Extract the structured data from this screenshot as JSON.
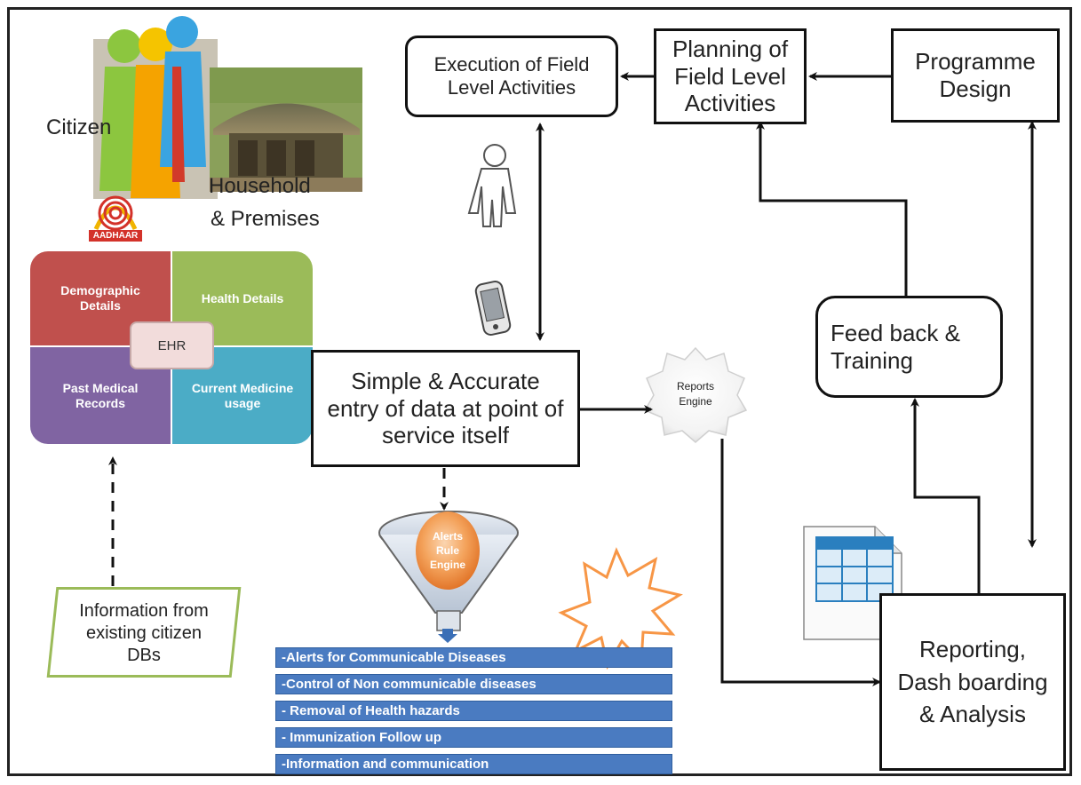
{
  "labels": {
    "citizen": "Citizen",
    "household_line1": "Household",
    "household_line2": "& Premises",
    "aadhaar": "AADHAAR"
  },
  "ehr": {
    "center": "EHR",
    "demographic": "Demographic Details",
    "health": "Health Details",
    "past_medical": "Past Medical Records",
    "current_medicine": "Current Medicine usage"
  },
  "boxes": {
    "execution": "Execution of Field Level Activities",
    "planning": "Planning of Field Level Activities",
    "programme": "Programme Design",
    "feedback": "Feed back & Training",
    "entry": "Simple & Accurate entry of data at point of service itself",
    "reporting": "Reporting, Dash boarding & Analysis",
    "information": "Information from existing citizen DBs"
  },
  "reports_engine": "Reports Engine",
  "alerts_engine": "Alerts Rule Engine",
  "alerts": [
    "-Alerts for Communicable Diseases",
    "-Control of Non communicable  diseases",
    "- Removal of Health hazards",
    "- Immunization Follow up",
    "-Information and communication"
  ],
  "colors": {
    "demographic": "#c0504d",
    "health": "#9bbb59",
    "past_medical": "#8064a2",
    "current_medicine": "#4bacc6",
    "alert_bar": "#4a7bc1",
    "burst": "#f79646"
  }
}
